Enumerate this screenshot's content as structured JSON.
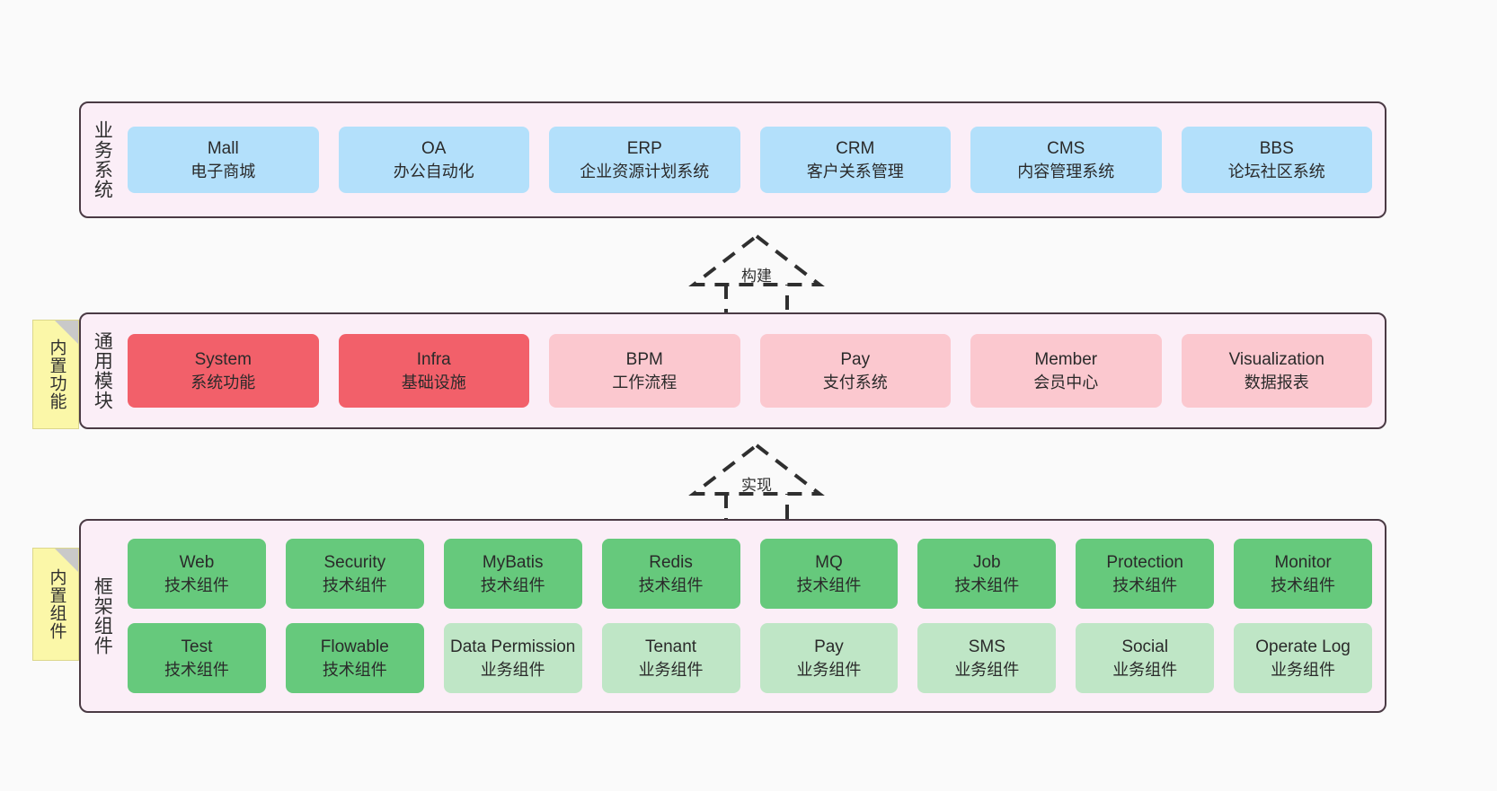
{
  "diagram": {
    "background": "#fafafa",
    "panel_fill": "#fbeef7",
    "panel_border": "#4a3a44"
  },
  "notes": [
    {
      "name": "builtin-function",
      "label": "内置功能",
      "color": "#fbf7a8"
    },
    {
      "name": "builtin-component",
      "label": "内置组件",
      "color": "#fbf7a8"
    }
  ],
  "connectors": [
    {
      "name": "build",
      "label": "构建",
      "style": "dashed-hollow-triangle-up"
    },
    {
      "name": "implement",
      "label": "实现",
      "style": "dashed-hollow-triangle-up"
    }
  ],
  "layers": [
    {
      "name": "business-system",
      "title": "业务系统",
      "color": "#b3e0fb",
      "rows": [
        [
          {
            "en": "Mall",
            "cn": "电子商城",
            "color": "#b3e0fb"
          },
          {
            "en": "OA",
            "cn": "办公自动化",
            "color": "#b3e0fb"
          },
          {
            "en": "ERP",
            "cn": "企业资源计划系统",
            "color": "#b3e0fb"
          },
          {
            "en": "CRM",
            "cn": "客户关系管理",
            "color": "#b3e0fb"
          },
          {
            "en": "CMS",
            "cn": "内容管理系统",
            "color": "#b3e0fb"
          },
          {
            "en": "BBS",
            "cn": "论坛社区系统",
            "color": "#b3e0fb"
          }
        ]
      ]
    },
    {
      "name": "common-module",
      "title": "通用模块",
      "color": "#fbc8cf",
      "rows": [
        [
          {
            "en": "System",
            "cn": "系统功能",
            "color": "#f2606a"
          },
          {
            "en": "Infra",
            "cn": "基础设施",
            "color": "#f2606a"
          },
          {
            "en": "BPM",
            "cn": "工作流程",
            "color": "#fbc8cf"
          },
          {
            "en": "Pay",
            "cn": "支付系统",
            "color": "#fbc8cf"
          },
          {
            "en": "Member",
            "cn": "会员中心",
            "color": "#fbc8cf"
          },
          {
            "en": "Visualization",
            "cn": "数据报表",
            "color": "#fbc8cf"
          }
        ]
      ]
    },
    {
      "name": "framework-component",
      "title": "框架组件",
      "color": "#66c97c",
      "rows": [
        [
          {
            "en": "Web",
            "cn": "技术组件",
            "color": "#66c97c"
          },
          {
            "en": "Security",
            "cn": "技术组件",
            "color": "#66c97c"
          },
          {
            "en": "MyBatis",
            "cn": "技术组件",
            "color": "#66c97c"
          },
          {
            "en": "Redis",
            "cn": "技术组件",
            "color": "#66c97c"
          },
          {
            "en": "MQ",
            "cn": "技术组件",
            "color": "#66c97c"
          },
          {
            "en": "Job",
            "cn": "技术组件",
            "color": "#66c97c"
          },
          {
            "en": "Protection",
            "cn": "技术组件",
            "color": "#66c97c"
          },
          {
            "en": "Monitor",
            "cn": "技术组件",
            "color": "#66c97c"
          }
        ],
        [
          {
            "en": "Test",
            "cn": "技术组件",
            "color": "#66c97c"
          },
          {
            "en": "Flowable",
            "cn": "技术组件",
            "color": "#66c97c"
          },
          {
            "en": "Data Permission",
            "cn": "业务组件",
            "color": "#bfe6c6"
          },
          {
            "en": "Tenant",
            "cn": "业务组件",
            "color": "#bfe6c6"
          },
          {
            "en": "Pay",
            "cn": "业务组件",
            "color": "#bfe6c6"
          },
          {
            "en": "SMS",
            "cn": "业务组件",
            "color": "#bfe6c6"
          },
          {
            "en": "Social",
            "cn": "业务组件",
            "color": "#bfe6c6"
          },
          {
            "en": "Operate Log",
            "cn": "业务组件",
            "color": "#bfe6c6"
          }
        ]
      ]
    }
  ]
}
